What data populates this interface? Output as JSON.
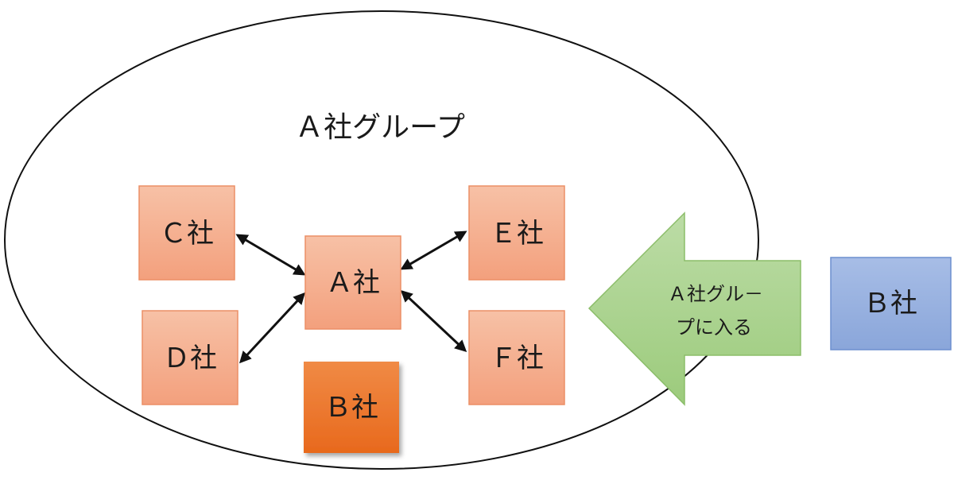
{
  "group": {
    "title": "Ａ社グループ"
  },
  "companies": {
    "a": "Ａ社",
    "c": "Ｃ社",
    "d": "Ｄ社",
    "e": "Ｅ社",
    "f": "Ｆ社",
    "b_inside": "Ｂ社",
    "b_outside": "Ｂ社"
  },
  "join_arrow": {
    "line1": "Ａ社グル－",
    "line2": "プに入る"
  },
  "colors": {
    "light_orange": "#f6ae8f",
    "orange_border": "#ec8f66",
    "dark_orange": "#ea7129",
    "green": "#a9d08e",
    "green_border": "#70ad47",
    "blue": "#8eaadb",
    "blue_border": "#4472c4"
  }
}
